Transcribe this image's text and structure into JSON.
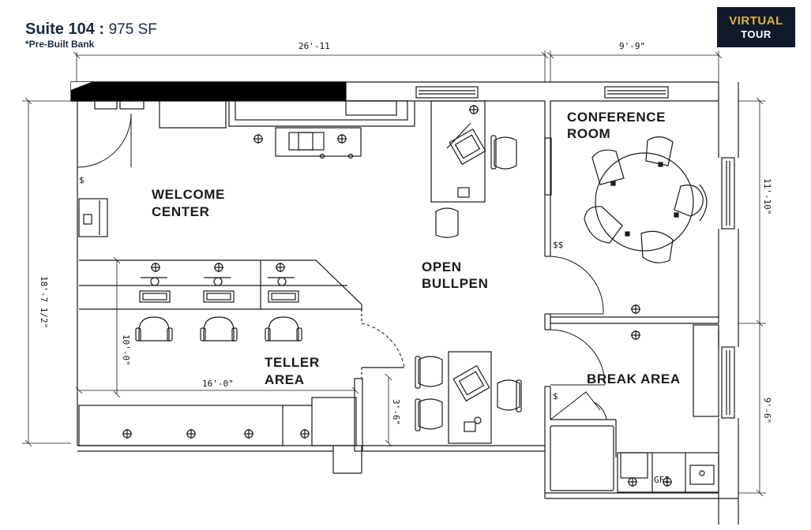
{
  "header": {
    "suite": "Suite 104",
    "separator": " : ",
    "area": "975 SF",
    "subtitle": "*Pre-Built Bank"
  },
  "virtual_tour": {
    "line1": "VIRTUAL",
    "line2": "TOUR"
  },
  "rooms": {
    "welcome_center": [
      "WELCOME",
      "CENTER"
    ],
    "conference_room": [
      "CONFERENCE",
      "ROOM"
    ],
    "open_bullpen": [
      "OPEN",
      "BULLPEN"
    ],
    "teller_area": [
      "TELLER",
      "AREA"
    ],
    "break_area": "BREAK AREA"
  },
  "dimensions": {
    "top_left": "26'-11",
    "top_right": "9'-9\"",
    "left_overall": "18'-7 1/2\"",
    "teller_depth": "10'-0\"",
    "teller_width": "16'-0\"",
    "opening": "3'-6\"",
    "right_conference": "11'-10\"",
    "right_break": "9'-6\""
  },
  "fixture_labels": {
    "gfi": "GFI",
    "switch": "$",
    "double_switch": "$$"
  },
  "colors": {
    "navy": "#1b2a44",
    "gold": "#e2b13c",
    "ink": "#1a1a1a"
  }
}
